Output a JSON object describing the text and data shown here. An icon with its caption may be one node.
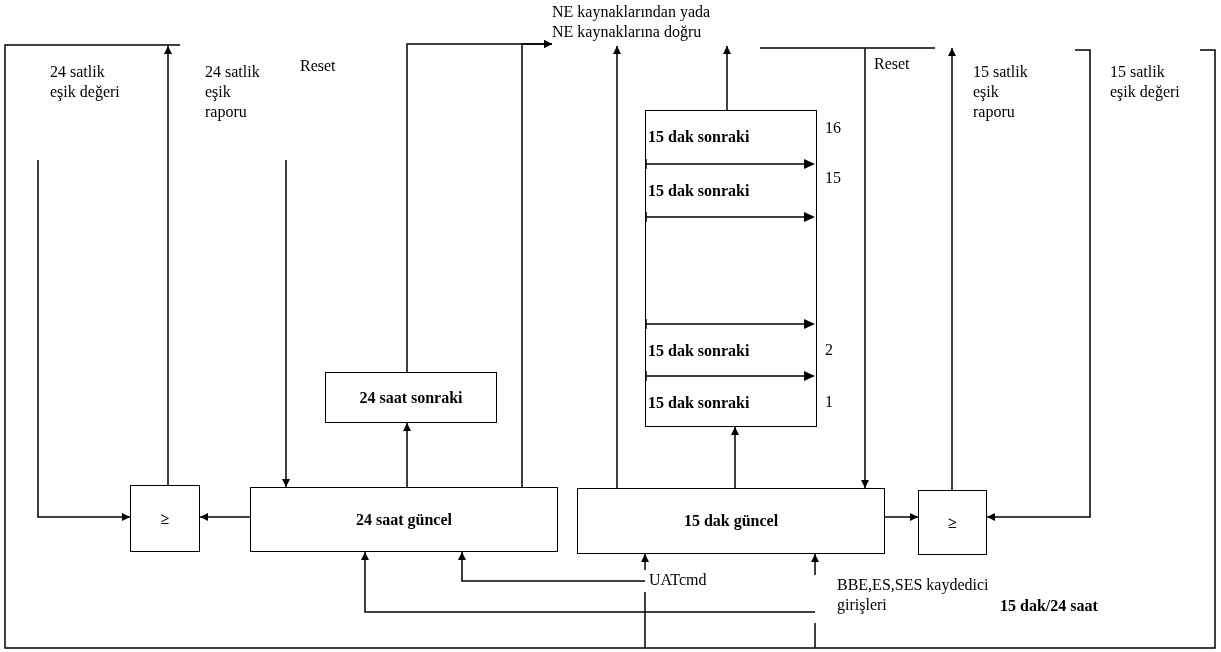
{
  "diagram": {
    "nodes": [
      {
        "text": [
          "24 satlik eşik değeri"
        ]
      },
      {
        "text": [
          "Reset"
        ]
      },
      {
        "text": [
          "NE kaynaklarından yada NE kaynaklarına doğru"
        ]
      },
      {
        "text": [
          "Reset"
        ]
      },
      {
        "text": [
          "15 satlik eşik değeri"
        ]
      },
      {
        "text": [
          "≥"
        ]
      },
      {
        "text": [
          "24 saat sonraki"
        ]
      },
      {
        "text": [
          "24 saat güncel"
        ]
      },
      {
        "text": [],
        "shape": "box"
      },
      {
        "text": [
          "15 dak sonraki"
        ],
        "in": 8
      },
      {
        "text": [
          "15 dak sonraki"
        ],
        "in": 8
      },
      {
        "text": [
          "15 dak sonraki"
        ],
        "in": 8
      },
      {
        "text": [
          "15 dak sonraki"
        ],
        "in": 8
      },
      {
        "text": [
          "15 dak güncel"
        ]
      },
      {
        "text": [
          "≥"
        ]
      },
      {
        "text": [
          "UATcmd"
        ]
      },
      {
        "text": [
          "BBE,ES,SES kaydedici girişleri"
        ]
      }
    ],
    "edges": [
      {
        "from": 0,
        "to": 5,
        "arrow": "to"
      },
      {
        "from": 5,
        "to": null,
        "arrow": "to"
      },
      {
        "from": 1,
        "to": 7,
        "arrow": "to"
      },
      {
        "from": 7,
        "to": 5,
        "arrow": "to"
      },
      {
        "from": 7,
        "to": 6,
        "arrow": "to"
      },
      {
        "from": 6,
        "to": 2,
        "arrow": "to"
      },
      {
        "from": 7,
        "to": 2,
        "arrow": "to"
      },
      {
        "from": 13,
        "to": 2,
        "arrow": "to"
      },
      {
        "from": 8,
        "to": 2,
        "arrow": "to"
      },
      {
        "from": 13,
        "to": 8,
        "arrow": "to"
      },
      {
        "from": 3,
        "to": 13,
        "arrow": "to"
      },
      {
        "from": 13,
        "to": 14,
        "arrow": "to"
      },
      {
        "from": 4,
        "to": 14,
        "arrow": "to"
      },
      {
        "from": 14,
        "to": 3,
        "arrow": "to"
      },
      {
        "from": 15,
        "to": 13,
        "arrow": "to"
      },
      {
        "from": 15,
        "to": 7,
        "arrow": "to"
      },
      {
        "from": 16,
        "to": 13,
        "arrow": "to"
      },
      {
        "from": 16,
        "to": 7,
        "arrow": "to"
      }
    ],
    "labels": [
      "24 satlik eşik raporu",
      "16",
      "15",
      "15 satlik eşik raporu",
      "2",
      "1",
      "15 dak/24 saat"
    ]
  }
}
